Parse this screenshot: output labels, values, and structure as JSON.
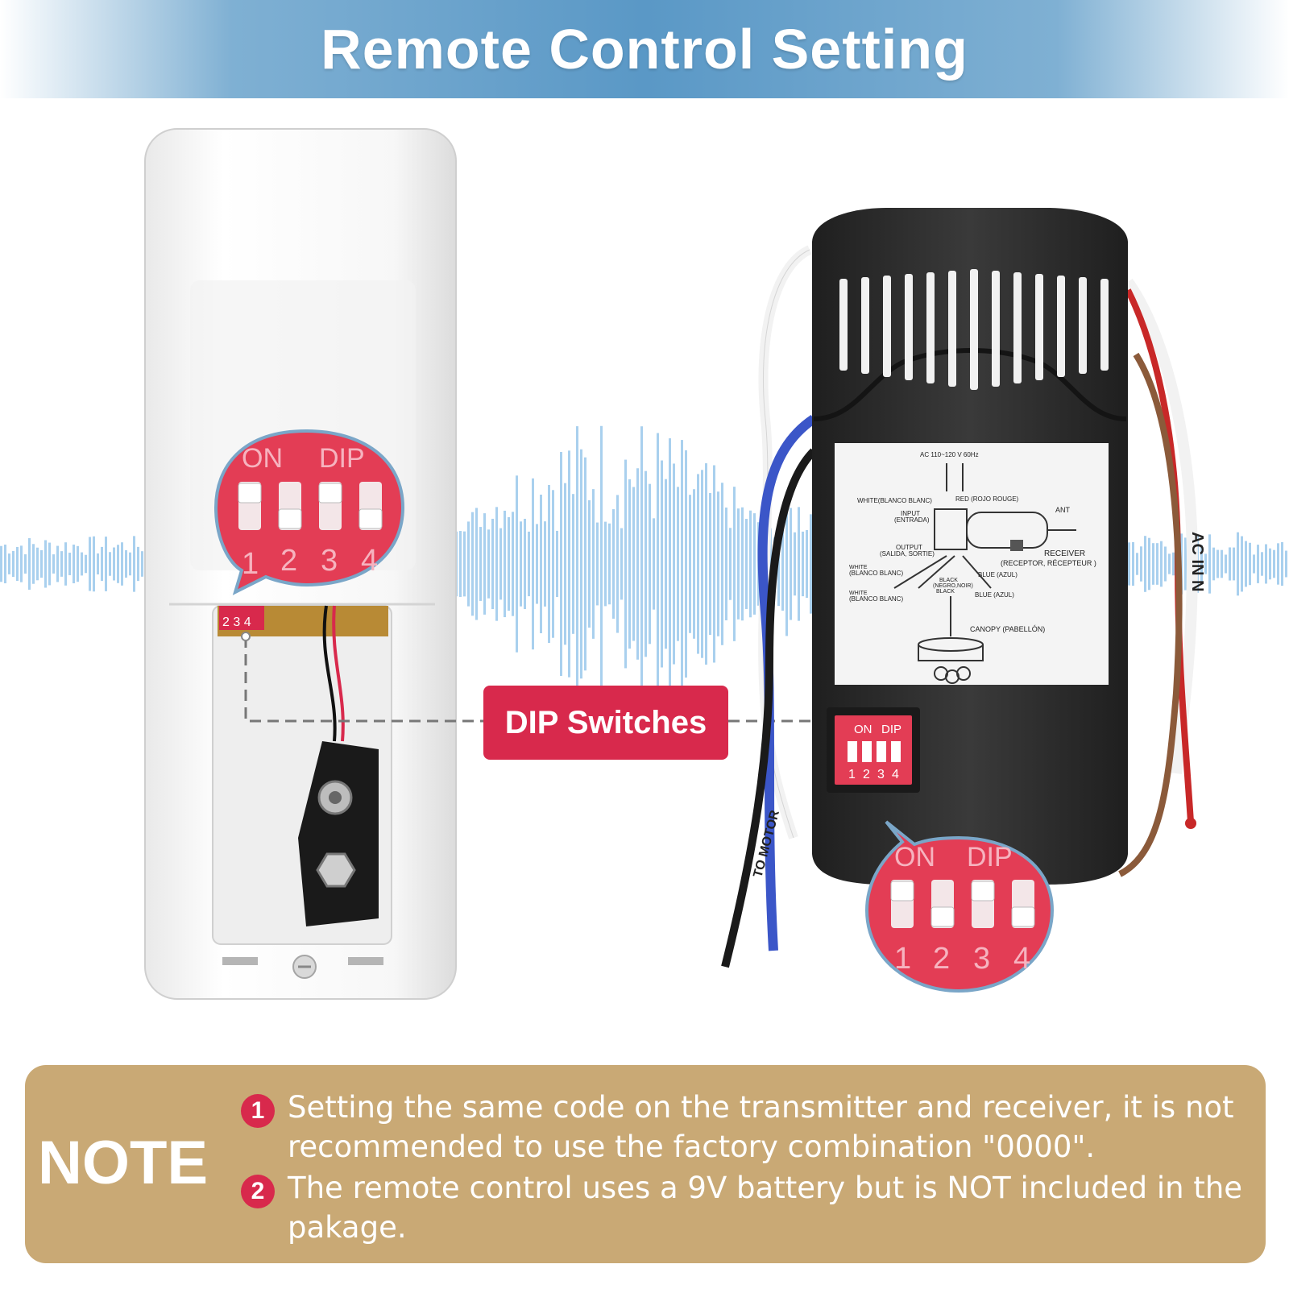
{
  "header": {
    "title": "Remote Control Setting"
  },
  "callout": {
    "label": "DIP Switches"
  },
  "transmitter": {
    "dip_on": "ON",
    "dip_word": "DIP",
    "dip_numbers": [
      "1",
      "2",
      "3",
      "4"
    ],
    "pcb_numbers": "2 3 4"
  },
  "receiver": {
    "dip_on": "ON",
    "dip_word": "DIP",
    "dip_numbers": [
      "1",
      "2",
      "3",
      "4"
    ],
    "wire_white_label": "AC IN N",
    "wire_motor_label": "TO MOTOR",
    "label_panel": {
      "top": "AC 110~120 V 60Hz",
      "white_blanc": "WHITE(BLANCO BLANC)",
      "red": "RED (ROJO ROUGE)",
      "ant": "ANT",
      "input": "INPUT",
      "entrada": "(ENTRADA)",
      "output": "OUTPUT",
      "salida": "(SALIDA, SORTIE)",
      "receiver": "RECEIVER",
      "receptor": "(RECEPTOR, RÉCEPTEUR )",
      "white2": "WHITE",
      "blanco2": "(BLANCO BLANC)",
      "blue": "BLUE (AZUL)",
      "black": "BLACK",
      "negro": "(NEGRO,NOIR)",
      "black2": "BLACK",
      "white3": "WHITE",
      "blanco3": "(BLANCO BLANC)",
      "blue2": "BLUE (AZUL)",
      "canopy": "CANOPY (PABELLÓN)"
    }
  },
  "note": {
    "title": "NOTE",
    "items": [
      {
        "num": "1",
        "text": "Setting the same code on the transmitter and receiver, it is not recommended to use the factory combination \"0000\"."
      },
      {
        "num": "2",
        "text": "The remote control uses a 9V battery but is NOT included in the pakage."
      }
    ]
  },
  "colors": {
    "accent": "#d8294c",
    "header": "#5a98c6",
    "note_bg": "#c9a975",
    "wave": "#a9d0ee"
  }
}
